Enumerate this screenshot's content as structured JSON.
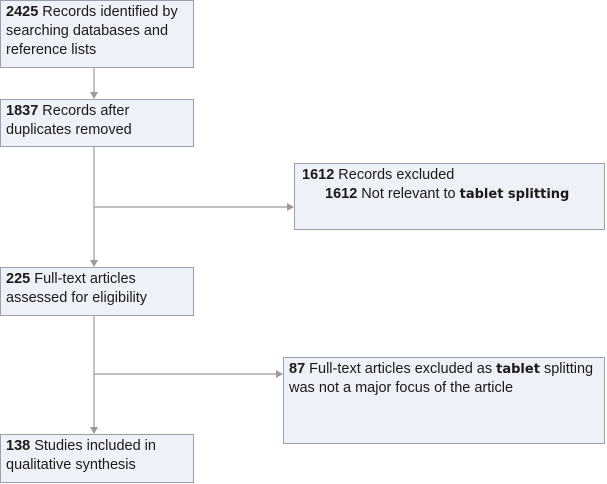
{
  "nodes": {
    "identified": {
      "count": "2425",
      "text": " Records identified by searching databases and reference lists"
    },
    "after_duplicates": {
      "count": "1837",
      "text": " Records after duplicates removed"
    },
    "excluded_records": {
      "count": "1612",
      "text": " Records excluded",
      "sub_count": "1612",
      "sub_text": " Not relevant to ",
      "sub_bold": "tablet splitting"
    },
    "fulltext_assessed": {
      "count": "225",
      "text": " Full-text articles assessed for eligibility"
    },
    "fulltext_excluded": {
      "count": "87",
      "text": " Full-text articles excluded as ",
      "bold": "tablet",
      "text2": " splitting was not a major focus of the article"
    },
    "included": {
      "count": "138",
      "text": " Studies included in qualitative synthesis"
    }
  },
  "colors": {
    "box_fill": "#eef1f8",
    "box_border": "#9aa1ad",
    "connector": "#9a9a9a"
  }
}
